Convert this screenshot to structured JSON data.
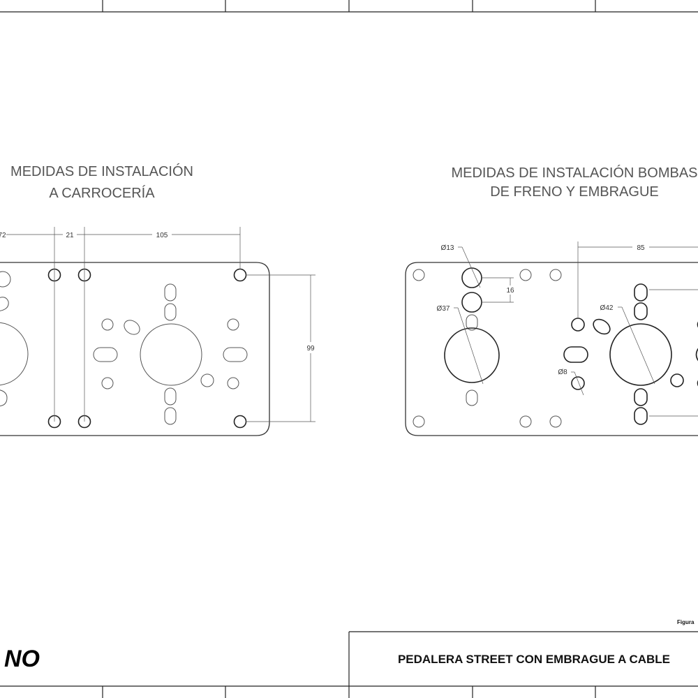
{
  "left_view": {
    "title_line1": "MEDIDAS DE INSTALACIÓN",
    "title_line2": "A CARROCERÍA",
    "dim_partial": "72",
    "dim_spacing": "21",
    "dim_width": "105",
    "dim_height": "99"
  },
  "right_view": {
    "title_line1": "MEDIDAS DE INSTALACIÓN BOMBAS",
    "title_line2": "DE FRENO Y EMBRAGUE",
    "dim_d13": "Ø13",
    "dim_16": "16",
    "dim_d37": "Ø37",
    "dim_85": "85",
    "dim_d42": "Ø42",
    "dim_d8": "Ø8"
  },
  "title_block": {
    "figure_label": "Figura",
    "drawing_title": "PEDALERA STREET CON EMBRAGUE A CABLE",
    "logo_partial": "NO"
  }
}
